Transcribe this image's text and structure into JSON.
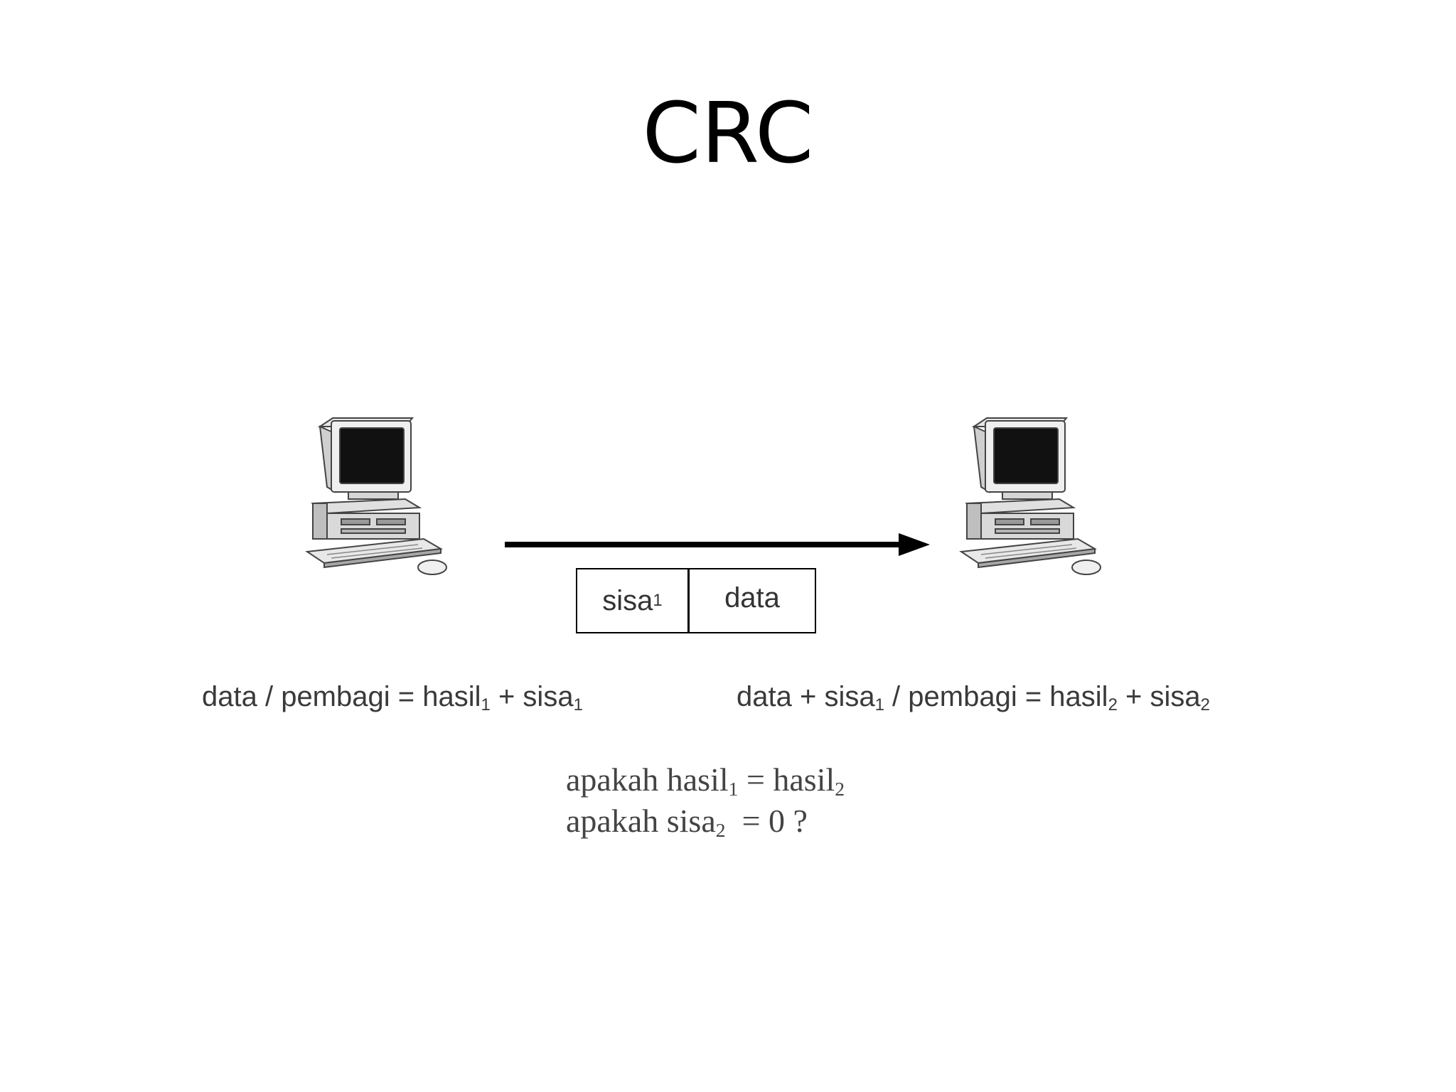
{
  "slide": {
    "title": "CRC"
  },
  "packet": {
    "sisa_base": "sisa",
    "sisa_sub": "1",
    "data_label": "data"
  },
  "sender_formula": {
    "text_a": "data / pembagi = hasil",
    "sub_a": "1",
    "text_b": " + sisa",
    "sub_b": "1"
  },
  "receiver_formula": {
    "text_a": "data + sisa",
    "sub_a": "1",
    "text_b": " / pembagi = hasil",
    "sub_b": "2",
    "text_c": " + sisa",
    "sub_c": "2"
  },
  "questions": [
    {
      "text_a": "apakah hasil",
      "sub_a": "1",
      "text_b": " = hasil",
      "sub_b": "2"
    },
    {
      "text_a": "apakah sisa",
      "sub_a": "2",
      "text_b": "  = 0 ?"
    }
  ],
  "icons": {
    "sender": "desktop-computer-icon",
    "receiver": "desktop-computer-icon",
    "transmission": "arrow-right-icon"
  }
}
